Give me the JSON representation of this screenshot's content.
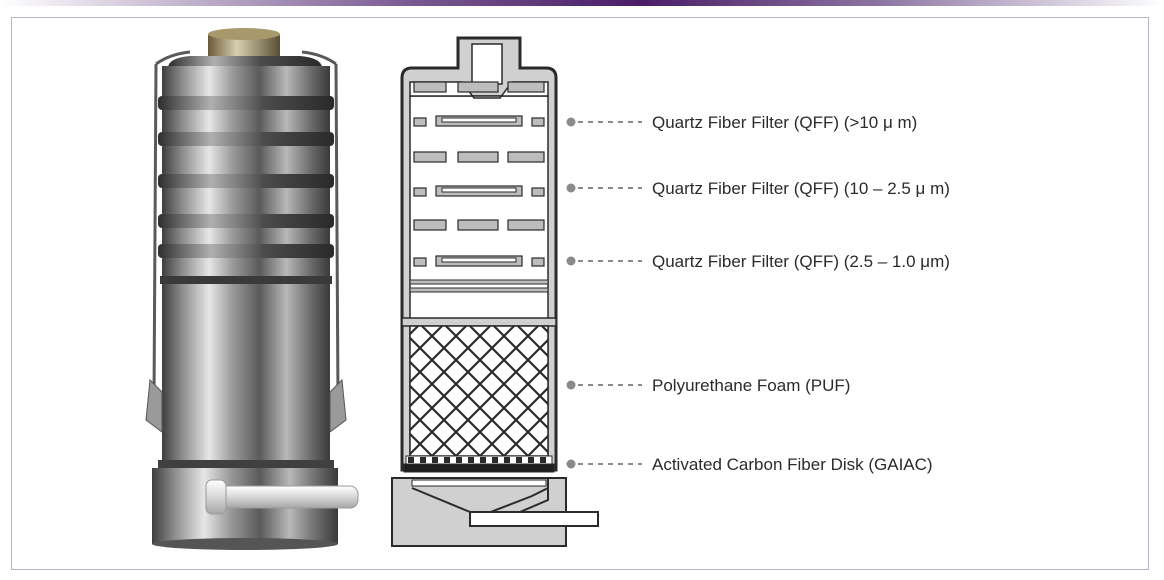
{
  "colors": {
    "accent": "#5b2a7a",
    "frame_border": "#b9b3c9",
    "leader": "#8a8a8a",
    "diagram_fill": "#d4d4d4",
    "diagram_stroke": "#2a2a2a"
  },
  "labels": [
    "Quartz Fiber Filter (QFF) (>10 μ m)",
    "Quartz Fiber Filter (QFF) (10 – 2.5 μ m)",
    "Quartz Fiber Filter (QFF) (2.5 – 1.0 μm)",
    "Polyurethane Foam (PUF)",
    "Activated Carbon Fiber Disk (GAIAC)"
  ]
}
